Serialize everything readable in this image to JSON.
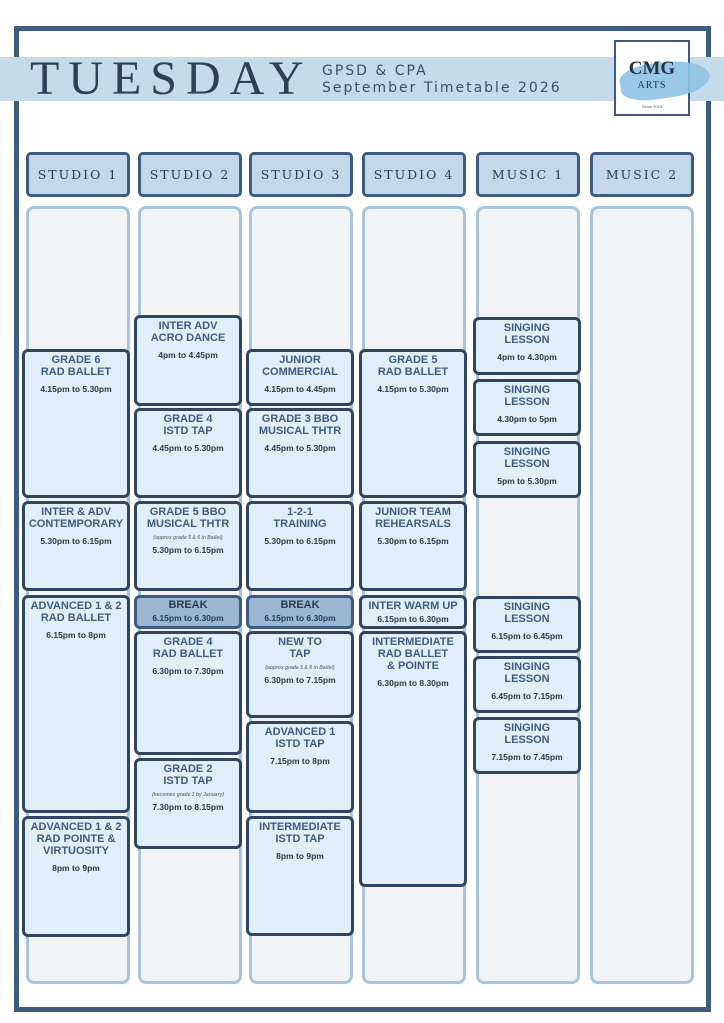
{
  "header": {
    "day": "TUESDAY",
    "subtitle_line1": "GPSD & CPA",
    "subtitle_line2": "September Timetable 2026",
    "logo_main": "CMG",
    "logo_sub": "ARTS",
    "logo_tiny": "Since 2019"
  },
  "columns": [
    "STUDIO 1",
    "STUDIO 2",
    "STUDIO 3",
    "STUDIO 4",
    "MUSIC 1",
    "MUSIC 2"
  ],
  "classes": [
    {
      "title": "GRADE 6\nRAD BALLET",
      "time": "4.15pm to 5.30pm"
    },
    {
      "title": "INTER & ADV\nCONTEMPORARY",
      "time": "5.30pm to 6.15pm"
    },
    {
      "title": "ADVANCED 1 & 2\nRAD BALLET",
      "time": "6.15pm to 8pm"
    },
    {
      "title": "ADVANCED 1 & 2\nRAD POINTE &\nVIRTUOSITY",
      "time": "8pm to 9pm"
    },
    {
      "title": "INTER ADV\nACRO DANCE",
      "time": "4pm to 4.45pm"
    },
    {
      "title": "GRADE 4\nISTD TAP",
      "time": "4.45pm to 5.30pm"
    },
    {
      "title": "GRADE 5 BBO\nMUSICAL THTR",
      "note": "(approx grade 5 & 6 in Ballet)",
      "time": "5.30pm to 6.15pm"
    },
    {
      "title": "BREAK",
      "time": "6.15pm to 6.30pm"
    },
    {
      "title": "GRADE 4\nRAD BALLET",
      "time": "6.30pm to 7.30pm"
    },
    {
      "title": "GRADE 2\nISTD TAP",
      "note": "(becomes grade 3 by January)",
      "time": "7.30pm to 8.15pm"
    },
    {
      "title": "JUNIOR\nCOMMERCIAL",
      "time": "4.15pm to 4.45pm"
    },
    {
      "title": "GRADE 3 BBO\nMUSICAL THTR",
      "time": "4.45pm to 5.30pm"
    },
    {
      "title": "1-2-1\nTRAINING",
      "time": "5.30pm to 6.15pm"
    },
    {
      "title": "BREAK",
      "time": "6.15pm to 6.30pm"
    },
    {
      "title": "NEW TO\nTAP",
      "note": "(approx grade 5 & 6 in Ballet)",
      "time": "6.30pm to 7.15pm"
    },
    {
      "title": "ADVANCED 1\nISTD TAP",
      "time": "7.15pm to 8pm"
    },
    {
      "title": "INTERMEDIATE\nISTD TAP",
      "time": "8pm to 9pm"
    },
    {
      "title": "GRADE 5\nRAD BALLET",
      "time": "4.15pm to 5.30pm"
    },
    {
      "title": "JUNIOR TEAM\nREHEARSALS",
      "time": "5.30pm to 6.15pm"
    },
    {
      "title": "INTER WARM UP",
      "time": "6.15pm to 6.30pm"
    },
    {
      "title": "INTERMEDIATE\nRAD BALLET\n& POINTE",
      "time": "6.30pm to 8.30pm"
    },
    {
      "title": "SINGING\nLESSON",
      "time": "4pm to 4.30pm"
    },
    {
      "title": "SINGING\nLESSON",
      "time": "4.30pm to 5pm"
    },
    {
      "title": "SINGING\nLESSON",
      "time": "5pm to 5.30pm"
    },
    {
      "title": "SINGING\nLESSON",
      "time": "6.15pm to 6.45pm"
    },
    {
      "title": "SINGING\nLESSON",
      "time": "6.45pm to 7.15pm"
    },
    {
      "title": "SINGING\nLESSON",
      "time": "7.15pm to 7.45pm"
    }
  ]
}
